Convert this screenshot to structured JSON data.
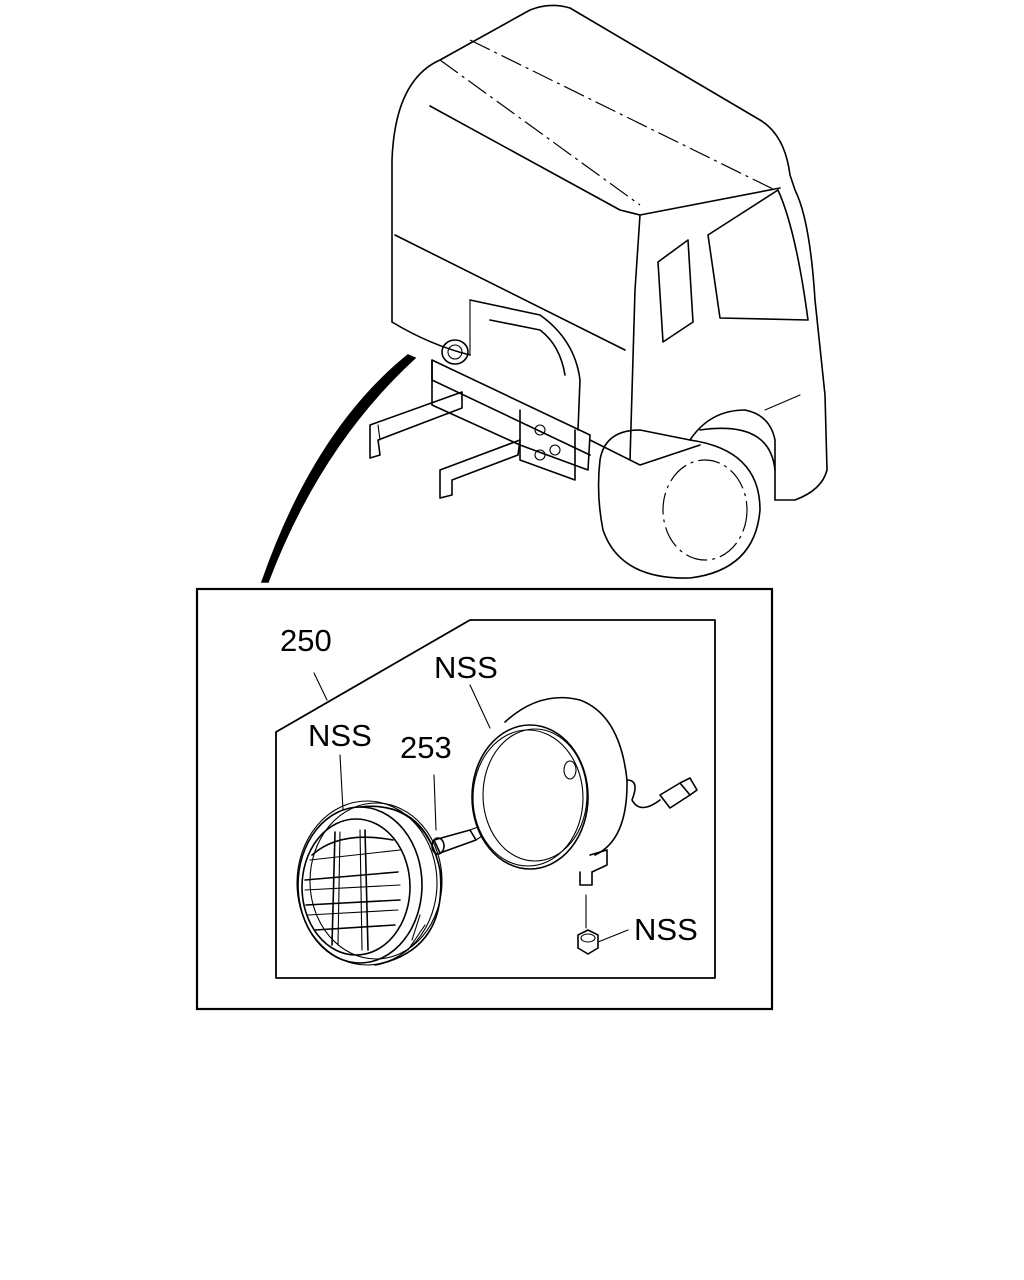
{
  "callouts": {
    "assembly": "250",
    "lens_unit": "NSS",
    "housing": "NSS",
    "bulb": "253",
    "nut": "NSS"
  }
}
